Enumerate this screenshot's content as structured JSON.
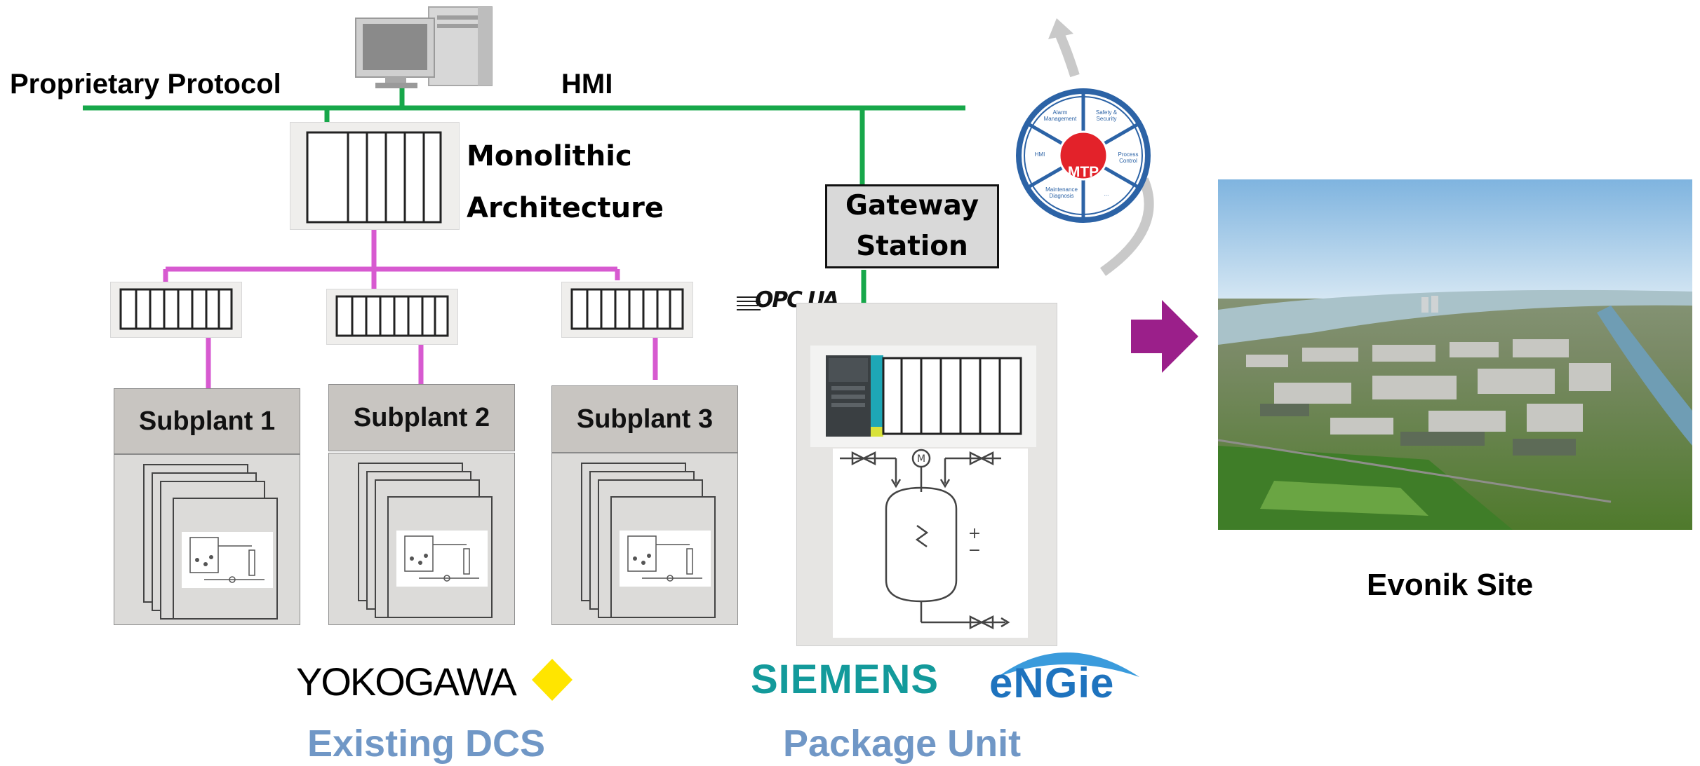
{
  "network": {
    "proprietary_protocol": "Proprietary Protocol",
    "hmi": "HMI"
  },
  "monolithic": {
    "line1": "Monolithic",
    "line2": "Architecture"
  },
  "subplants": [
    {
      "label": "Subplant 1"
    },
    {
      "label": "Subplant 2"
    },
    {
      "label": "Subplant 3"
    }
  ],
  "gateway": {
    "line1": "Gateway",
    "line2": "Station"
  },
  "opcua": "OPC UA",
  "mtp": {
    "center": "MTP",
    "segments": [
      "Alarm Management",
      "Safety & Security",
      "Process Control",
      "...",
      "Maintenance Diagnosis",
      "HMI"
    ]
  },
  "logos": {
    "yokogawa": "YOKOGAWA",
    "siemens": "SIEMENS",
    "engie": "eNGie"
  },
  "captions": {
    "existing_dcs": "Existing DCS",
    "package_unit": "Package Unit",
    "evonik_site": "Evonik Site"
  },
  "colors": {
    "network_green": "#17a74a",
    "fieldbus_magenta": "#d75ad0",
    "arrow_purple": "#9b1f8a",
    "caption_blue": "#7097c6",
    "siemens_teal": "#139a9b",
    "engie_blue": "#1e73be",
    "yokogawa_yellow": "#ffe500",
    "mtp_red": "#e3222a",
    "mtp_ring_blue": "#2c63a6"
  }
}
